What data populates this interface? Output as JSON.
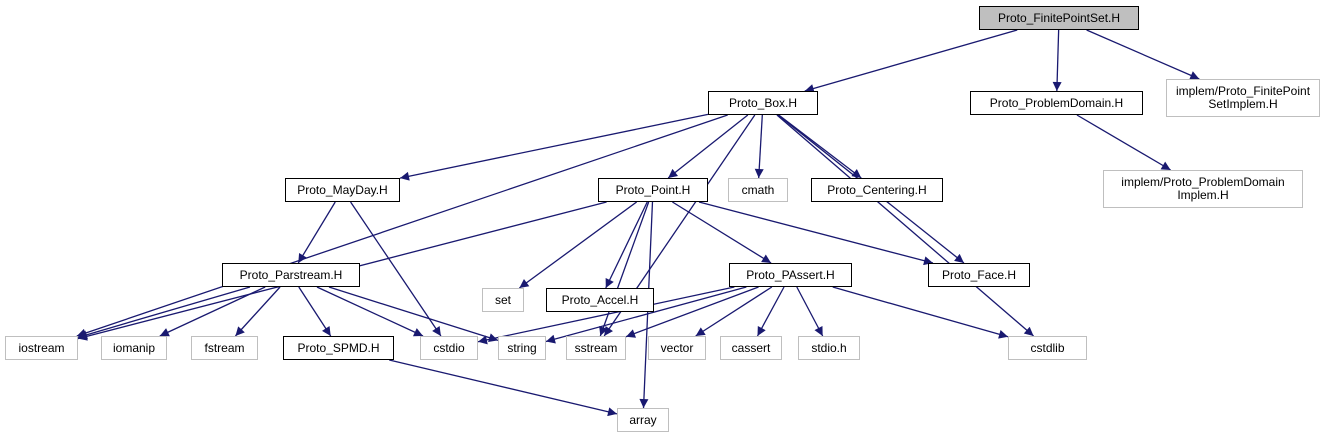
{
  "diagram": {
    "title": "Proto_FinitePointSet.H include dependency graph",
    "edge_color": "#191970",
    "nodes": [
      {
        "id": "finitepointset",
        "label": "Proto_FinitePointSet.H",
        "kind": "root"
      },
      {
        "id": "box",
        "label": "Proto_Box.H",
        "kind": "local"
      },
      {
        "id": "problemdomain",
        "label": "Proto_ProblemDomain.H",
        "kind": "local"
      },
      {
        "id": "fpsimplem",
        "label": "implem/Proto_FinitePoint\nSetImplem.H",
        "kind": "ext"
      },
      {
        "id": "pdimplem",
        "label": "implem/Proto_ProblemDomain\nImplem.H",
        "kind": "ext"
      },
      {
        "id": "mayday",
        "label": "Proto_MayDay.H",
        "kind": "local"
      },
      {
        "id": "point",
        "label": "Proto_Point.H",
        "kind": "local"
      },
      {
        "id": "cmath",
        "label": "cmath",
        "kind": "ext"
      },
      {
        "id": "centering",
        "label": "Proto_Centering.H",
        "kind": "local"
      },
      {
        "id": "parstream",
        "label": "Proto_Parstream.H",
        "kind": "local"
      },
      {
        "id": "set",
        "label": "set",
        "kind": "ext"
      },
      {
        "id": "accel",
        "label": "Proto_Accel.H",
        "kind": "local"
      },
      {
        "id": "passert",
        "label": "Proto_PAssert.H",
        "kind": "local"
      },
      {
        "id": "face",
        "label": "Proto_Face.H",
        "kind": "local"
      },
      {
        "id": "iostream",
        "label": "iostream",
        "kind": "ext"
      },
      {
        "id": "iomanip",
        "label": "iomanip",
        "kind": "ext"
      },
      {
        "id": "fstream",
        "label": "fstream",
        "kind": "ext"
      },
      {
        "id": "spmd",
        "label": "Proto_SPMD.H",
        "kind": "local"
      },
      {
        "id": "cstdio",
        "label": "cstdio",
        "kind": "ext"
      },
      {
        "id": "string",
        "label": "string",
        "kind": "ext"
      },
      {
        "id": "sstream",
        "label": "sstream",
        "kind": "ext"
      },
      {
        "id": "vector",
        "label": "vector",
        "kind": "ext"
      },
      {
        "id": "cassert",
        "label": "cassert",
        "kind": "ext"
      },
      {
        "id": "stdioh",
        "label": "stdio.h",
        "kind": "ext"
      },
      {
        "id": "cstdlib",
        "label": "cstdlib",
        "kind": "ext"
      },
      {
        "id": "array",
        "label": "array",
        "kind": "ext"
      }
    ],
    "edges": [
      [
        "finitepointset",
        "box"
      ],
      [
        "finitepointset",
        "problemdomain"
      ],
      [
        "finitepointset",
        "fpsimplem"
      ],
      [
        "problemdomain",
        "pdimplem"
      ],
      [
        "box",
        "iostream"
      ],
      [
        "box",
        "mayday"
      ],
      [
        "box",
        "sstream"
      ],
      [
        "box",
        "point"
      ],
      [
        "box",
        "cmath"
      ],
      [
        "box",
        "centering"
      ],
      [
        "box",
        "face"
      ],
      [
        "box",
        "cstdlib"
      ],
      [
        "mayday",
        "parstream"
      ],
      [
        "mayday",
        "cstdio"
      ],
      [
        "point",
        "iostream"
      ],
      [
        "point",
        "set"
      ],
      [
        "point",
        "accel"
      ],
      [
        "point",
        "sstream"
      ],
      [
        "point",
        "passert"
      ],
      [
        "point",
        "face"
      ],
      [
        "point",
        "array"
      ],
      [
        "parstream",
        "iostream"
      ],
      [
        "parstream",
        "iomanip"
      ],
      [
        "parstream",
        "fstream"
      ],
      [
        "parstream",
        "spmd"
      ],
      [
        "parstream",
        "cstdio"
      ],
      [
        "parstream",
        "string"
      ],
      [
        "passert",
        "cstdio"
      ],
      [
        "passert",
        "string"
      ],
      [
        "passert",
        "sstream"
      ],
      [
        "passert",
        "vector"
      ],
      [
        "passert",
        "cassert"
      ],
      [
        "passert",
        "stdioh"
      ],
      [
        "passert",
        "cstdlib"
      ],
      [
        "spmd",
        "array"
      ]
    ]
  }
}
